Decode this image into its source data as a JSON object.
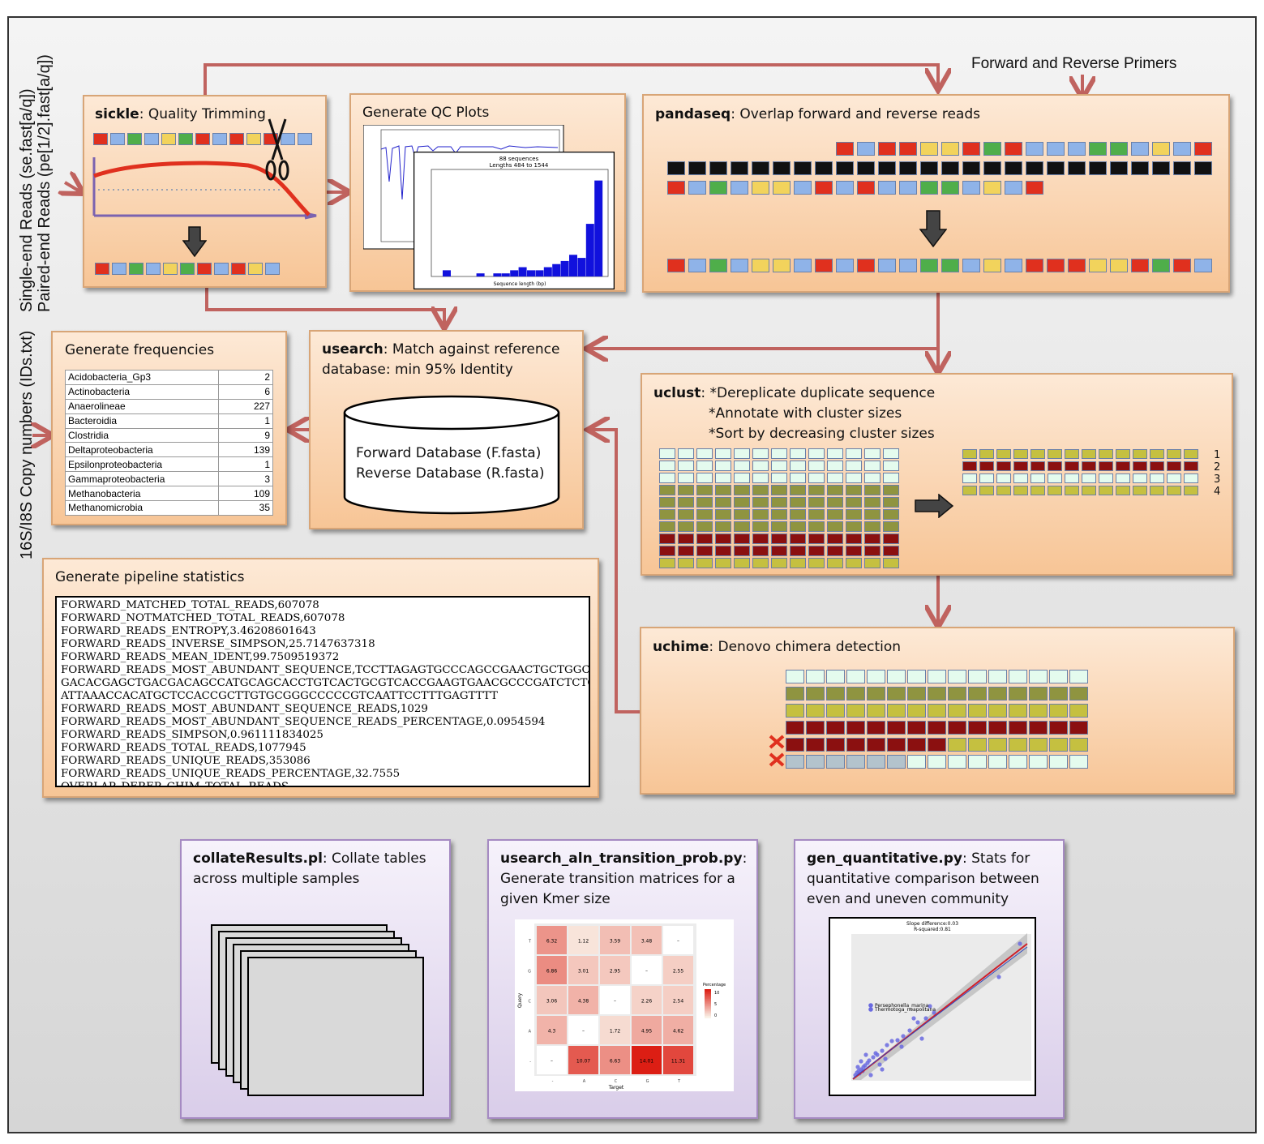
{
  "side_labels": {
    "single_end": "Single-end Reads (se.fast[a/q])",
    "paired_end": "Paired-end Reads (pe[1/2].fast[a/q])",
    "copy_numbers": "16S/I8S Copy numbers (IDs.txt)"
  },
  "primers_label": "Forward and Reverse Primers",
  "sickle": {
    "tool": "sickle",
    "desc": ": Quality Trimming"
  },
  "qcplots": {
    "title": "Generate QC Plots",
    "hist_title": "88 sequences",
    "hist_subtitle": "Lengths 484 to 1544",
    "hist_xlabel": "Sequence length (bp)"
  },
  "pandaseq": {
    "tool": "pandaseq",
    "desc": ":  Overlap forward and reverse reads"
  },
  "frequencies": {
    "title": "Generate frequencies",
    "rows": [
      {
        "name": "Acidobacteria_Gp3",
        "count": "2"
      },
      {
        "name": "Actinobacteria",
        "count": "6"
      },
      {
        "name": "Anaerolineae",
        "count": "227"
      },
      {
        "name": "Bacteroidia",
        "count": "1"
      },
      {
        "name": "Clostridia",
        "count": "9"
      },
      {
        "name": "Deltaproteobacteria",
        "count": "139"
      },
      {
        "name": "Epsilonproteobacteria",
        "count": "1"
      },
      {
        "name": "Gammaproteobacteria",
        "count": "3"
      },
      {
        "name": "Methanobacteria",
        "count": "109"
      },
      {
        "name": "Methanomicrobia",
        "count": "35"
      }
    ]
  },
  "usearch": {
    "tool": "usearch",
    "desc_line1": ": Match against reference",
    "desc_line2": "database: min 95% Identity",
    "db_line1": "Forward Database (F.fasta)",
    "db_line2": "Reverse Database (R.fasta)"
  },
  "uclust": {
    "tool": "uclust",
    "line1": ":  *Dereplicate duplicate sequence",
    "line2": "*Annotate with cluster sizes",
    "line3": "*Sort by decreasing cluster sizes",
    "ranks": [
      "1",
      "2",
      "3",
      "4"
    ]
  },
  "stats": {
    "title": "Generate pipeline statistics",
    "lines": [
      "FORWARD_MATCHED_TOTAL_READS,607078",
      "FORWARD_NOTMATCHED_TOTAL_READS,607078",
      "FORWARD_READS_ENTROPY,3.46208601643",
      "FORWARD_READS_INVERSE_SIMPSON,25.7147637318",
      "FORWARD_READS_MEAN_IDENT,99.7509519372",
      "FORWARD_READS_MOST_ABUNDANT_SEQUENCE,TCCTTAGAGTGCCCAGCCGAACTGCTGGC",
      "GACACGAGCTGACGACAGCCATGCAGCACCTGTCACTGCGTCACCGAAGTGAACGCCCGATCTCTC",
      "ATTAAACCACATGCTCCACCGCTTGTGCGGGCCCCCGTCAATTCCTTTGAGTTTT",
      "FORWARD_READS_MOST_ABUNDANT_SEQUENCE_READS,1029",
      "FORWARD_READS_MOST_ABUNDANT_SEQUENCE_READS_PERCENTAGE,0.0954594",
      "FORWARD_READS_SIMPSON,0.961111834025",
      "FORWARD_READS_TOTAL_READS,1077945",
      "FORWARD_READS_UNIQUE_READS,353086",
      "FORWARD_READS_UNIQUE_READS_PERCENTAGE,32.7555",
      "OVERLAP_DEREP_CHIM_TOTAL_READS"
    ]
  },
  "uchime": {
    "tool": "uchime",
    "desc": ": Denovo chimera detection"
  },
  "collate": {
    "tool": "collateResults.pl",
    "desc1": ": Collate tables",
    "desc2": "across multiple samples"
  },
  "transition": {
    "tool": "usearch_aln_transition_prob.py",
    "desc1": ":",
    "desc2": "Generate transition matrices for a",
    "desc3": "given Kmer size",
    "heatmap": {
      "rows": [
        "T",
        "G",
        "C",
        "A",
        "-"
      ],
      "cols": [
        "-",
        "A",
        "C",
        "G",
        "T"
      ],
      "xlabel": "Target",
      "ylabel": "Query",
      "legend_title": "Percentage",
      "legend_ticks": [
        "10",
        "5",
        "0"
      ],
      "values": [
        [
          "6.32",
          "1.12",
          "3.59",
          "3.48",
          "–"
        ],
        [
          "6.86",
          "3.01",
          "2.95",
          "–",
          "2.55"
        ],
        [
          "3.06",
          "4.38",
          "–",
          "2.26",
          "2.54"
        ],
        [
          "4.3",
          "–",
          "1.72",
          "4.95",
          "4.62"
        ],
        [
          "–",
          "10.07",
          "6.63",
          "14.01",
          "11.31"
        ]
      ]
    }
  },
  "quantitative": {
    "tool": "gen_quantitative.py",
    "desc1": ": Stats for",
    "desc2": "quantitative comparison between",
    "desc3": "even and uneven community",
    "plot": {
      "line1": "Slope difference:0.03",
      "line2": "R-squared:0.81",
      "label1": "Persephonella_marina",
      "label2": "Thermotoga_neapolitana"
    }
  },
  "colors": {
    "arrow": "#c0635f",
    "red": "#e0301e",
    "blue": "#8fb3e8",
    "green": "#4fae4a",
    "yellow": "#f2d35c",
    "black": "#111111",
    "olive": "#8f9440",
    "maroon": "#8b1010",
    "pale": "#e4fbee",
    "yellowgreen": "#c5c040",
    "gray": "#b3c3cc",
    "hist": "#1111dd"
  },
  "icons": [
    "scissors-icon",
    "down-arrow-icon",
    "right-arrow-icon",
    "cross-icon",
    "database-icon"
  ]
}
